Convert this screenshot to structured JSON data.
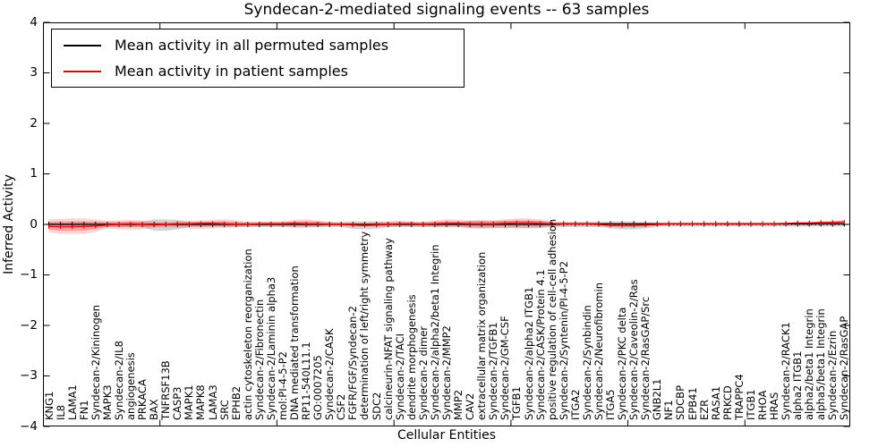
{
  "figure": {
    "background": "#ffffff"
  },
  "chart_data": {
    "type": "line",
    "title": "Syndecan-2-mediated signaling events -- 63 samples",
    "xlabel": "Cellular Entities",
    "ylabel": "Inferred Activity",
    "ylim": [
      -4,
      4
    ],
    "ytick_values": [
      4,
      3,
      2,
      1,
      0,
      -1,
      -2,
      -3,
      -4
    ],
    "ytick_labels": [
      "4",
      "3",
      "2",
      "1",
      "0",
      "−1",
      "−2",
      "−3",
      "−4"
    ],
    "xtick_interval": 10,
    "grid": false,
    "legend_position": "upper left",
    "zero_line": {
      "value": 0,
      "style": "dotted",
      "color": "#000000"
    },
    "frame_color": "#000000",
    "categories": [
      "KNG1",
      "IL8",
      "LAMA1",
      "FN1",
      "Syndecan-2/Kininogen",
      "MAPK3",
      "Syndecan-2/IL8",
      "angiogenesis",
      "PRKACA",
      "BAX",
      "TNFRSF13B",
      "CASP3",
      "MAPK1",
      "MAPK8",
      "LAMA3",
      "SRC",
      "EPHB2",
      "actin cytoskeleton reorganization",
      "Syndecan-2/Fibronectin",
      "Syndecan-2/Laminin alpha3",
      "mol:PI-4-5-P2",
      "DNA mediated transformation",
      "RP11-540L11.1",
      "GO:0007205",
      "Syndecan-2/CASK",
      "CSF2",
      "FGFR/FGF/Syndecan-2",
      "determination of left/right symmetry",
      "SDC2",
      "calcineurin-NFAT signaling pathway",
      "Syndecan-2/TACI",
      "dendrite morphogenesis",
      "Syndecan-2 dimer",
      "Syndecan-2/alpha2/beta1 Integrin",
      "Syndecan-2/MMP2",
      "MMP2",
      "CAV2",
      "extracellular matrix organization",
      "Syndecan-2/TGFB1",
      "Syndecan-2/GM-CSF",
      "TGFB1",
      "Syndecan-2/alpha2 ITGB1",
      "Syndecan-2/CASK/Protein 4.1",
      "positive regulation of cell-cell adhesion",
      "Syndecan-2/Syntenin/PI-4-5-P2",
      "ITGA2",
      "Syndecan-2/Synbindin",
      "Syndecan-2/Neurofibromin",
      "ITGA5",
      "Syndecan-2/PKC delta",
      "Syndecan-2/Caveolin-2/Ras",
      "Syndecan-2/RasGAP/Src",
      "GNB2L1",
      "NF1",
      "SDCBP",
      "EPB41",
      "EZR",
      "RASA1",
      "PRKCD",
      "TRAPPC4",
      "ITGB1",
      "RHOA",
      "HRAS",
      "Syndecan-2/RACK1",
      "alpha2 ITGB1",
      "alpha2/beta1 Integrin",
      "alpha5/beta1 Integrin",
      "Syndecan-2/Ezrin",
      "Syndecan-2/RasGAP"
    ],
    "series": [
      {
        "name": "Mean activity in all permuted samples",
        "line_color": "#000000",
        "band_color": "#808080",
        "band_opacity": 0.32,
        "marker": "vertical-tick",
        "values": [
          0,
          0,
          0,
          0,
          0,
          0,
          0,
          0,
          0,
          0,
          0,
          0,
          0,
          0,
          0,
          0,
          0,
          0,
          0,
          0,
          0,
          0,
          0,
          0,
          0,
          0,
          0,
          0,
          0,
          0,
          0,
          0,
          0,
          0,
          0,
          0,
          0,
          0,
          0,
          0,
          0,
          0,
          0,
          0,
          0.01,
          0.01,
          0.01,
          0.01,
          0.01,
          0.01,
          0.01,
          0.01,
          0.01,
          0.01,
          0.01,
          0.01,
          0.01,
          0.01,
          0.01,
          0.01,
          0.01,
          0.01,
          0.01,
          0.01,
          0.01,
          0.01,
          0.01,
          0.01,
          0.01
        ],
        "band_upper": [
          0.06,
          0.06,
          0.06,
          0.06,
          0.06,
          0.05,
          0.05,
          0.05,
          0.05,
          0.1,
          0.1,
          0.09,
          0.05,
          0.05,
          0.05,
          0.05,
          0.05,
          0.05,
          0.05,
          0.05,
          0.05,
          0.05,
          0.05,
          0.05,
          0.05,
          0.05,
          0.06,
          0.06,
          0.06,
          0.05,
          0.05,
          0.05,
          0.05,
          0.05,
          0.05,
          0.05,
          0.07,
          0.07,
          0.07,
          0.07,
          0.07,
          0.07,
          0.07,
          0.05,
          0.05,
          0.05,
          0.05,
          0.05,
          0.06,
          0.06,
          0.06,
          0.05,
          0.04,
          0.04,
          0.04,
          0.04,
          0.04,
          0.04,
          0.04,
          0.04,
          0.04,
          0.04,
          0.04,
          0.04,
          0.04,
          0.04,
          0.04,
          0.04,
          0.04
        ],
        "band_lower": [
          -0.06,
          -0.06,
          -0.06,
          -0.06,
          -0.06,
          -0.05,
          -0.05,
          -0.05,
          -0.05,
          -0.13,
          -0.13,
          -0.1,
          -0.05,
          -0.05,
          -0.05,
          -0.05,
          -0.05,
          -0.05,
          -0.05,
          -0.05,
          -0.05,
          -0.05,
          -0.05,
          -0.05,
          -0.05,
          -0.05,
          -0.09,
          -0.1,
          -0.09,
          -0.05,
          -0.05,
          -0.05,
          -0.05,
          -0.05,
          -0.05,
          -0.05,
          -0.07,
          -0.07,
          -0.07,
          -0.07,
          -0.07,
          -0.07,
          -0.07,
          -0.05,
          -0.05,
          -0.05,
          -0.05,
          -0.05,
          -0.08,
          -0.1,
          -0.1,
          -0.08,
          -0.04,
          -0.04,
          -0.04,
          -0.04,
          -0.04,
          -0.04,
          -0.04,
          -0.04,
          -0.04,
          -0.04,
          -0.04,
          -0.04,
          -0.04,
          -0.04,
          -0.04,
          -0.04,
          -0.04
        ]
      },
      {
        "name": "Mean activity in patient samples",
        "line_color": "#e60000",
        "band_color": "#ff0000",
        "band_opacity_outer": 0.17,
        "band_opacity_inner": 0.25,
        "marker": "vertical-tick",
        "values": [
          -0.04,
          -0.05,
          -0.05,
          -0.04,
          -0.03,
          -0.01,
          0,
          0.01,
          0,
          -0.01,
          0,
          0.01,
          0.01,
          0.02,
          0.02,
          0.01,
          0,
          0,
          0.01,
          0.01,
          0.01,
          0.02,
          0.01,
          0.01,
          0,
          0,
          -0.01,
          -0.02,
          -0.01,
          0,
          0.01,
          0.01,
          0,
          0.01,
          0.02,
          0.02,
          0.01,
          0.01,
          0.01,
          0.02,
          0.03,
          0.03,
          0.02,
          0.01,
          0.01,
          0.01,
          0.01,
          0,
          -0.02,
          -0.02,
          -0.02,
          -0.01,
          0,
          0.01,
          0.01,
          0.01,
          0.01,
          0.01,
          0.01,
          0.01,
          0.01,
          0.01,
          0.01,
          0.02,
          0.03,
          0.03,
          0.04,
          0.04,
          0.05
        ],
        "band_upper": [
          0.1,
          0.11,
          0.12,
          0.12,
          0.1,
          0.07,
          0.08,
          0.09,
          0.08,
          0.06,
          0.05,
          0.06,
          0.07,
          0.08,
          0.09,
          0.1,
          0.08,
          0.05,
          0.05,
          0.06,
          0.06,
          0.09,
          0.1,
          0.08,
          0.05,
          0.04,
          0.04,
          0.04,
          0.05,
          0.06,
          0.07,
          0.06,
          0.05,
          0.08,
          0.1,
          0.09,
          0.08,
          0.09,
          0.08,
          0.1,
          0.12,
          0.12,
          0.1,
          0.06,
          0.04,
          0.04,
          0.04,
          0.04,
          0.03,
          0.03,
          0.03,
          0.03,
          0.03,
          0.03,
          0.03,
          0.03,
          0.03,
          0.03,
          0.03,
          0.03,
          0.03,
          0.03,
          0.03,
          0.03,
          0.04,
          0.05,
          0.06,
          0.07,
          0.08
        ],
        "band_lower": [
          -0.16,
          -0.19,
          -0.19,
          -0.19,
          -0.15,
          -0.08,
          -0.1,
          -0.11,
          -0.1,
          -0.07,
          -0.06,
          -0.07,
          -0.08,
          -0.09,
          -0.08,
          -0.07,
          -0.06,
          -0.05,
          -0.05,
          -0.05,
          -0.05,
          -0.07,
          -0.07,
          -0.06,
          -0.04,
          -0.04,
          -0.05,
          -0.05,
          -0.05,
          -0.06,
          -0.05,
          -0.05,
          -0.05,
          -0.06,
          -0.06,
          -0.06,
          -0.08,
          -0.09,
          -0.08,
          -0.07,
          -0.08,
          -0.08,
          -0.07,
          -0.05,
          -0.04,
          -0.04,
          -0.04,
          -0.04,
          -0.05,
          -0.06,
          -0.06,
          -0.05,
          -0.04,
          -0.03,
          -0.03,
          -0.03,
          -0.03,
          -0.03,
          -0.03,
          -0.03,
          -0.03,
          -0.03,
          -0.03,
          -0.03,
          -0.03,
          -0.03,
          -0.03,
          -0.03,
          -0.03
        ]
      }
    ]
  }
}
